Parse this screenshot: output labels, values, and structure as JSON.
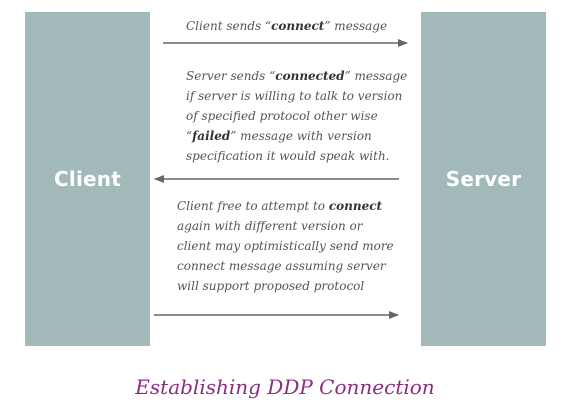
{
  "client_label": "Client",
  "server_label": "Server",
  "messages": {
    "connect": {
      "before": "Client sends “",
      "keyword": "connect",
      "after": "” message"
    },
    "response": {
      "line1_before": "Server sends “",
      "line1_keyword": "connected",
      "line1_after": "” message",
      "line2": "if server is willing to talk to version",
      "line3": "of specified protocol other wise",
      "line4_open": "“",
      "line4_keyword": "failed",
      "line4_after": "” message with version",
      "line5": "specification it would speak with."
    },
    "retry": {
      "line1_before": "Client free to attempt to ",
      "line1_keyword": "connect",
      "line2": "again with different version or",
      "line3": "client may optimistically send more",
      "line4": "connect message assuming server",
      "line5": "will support proposed protocol"
    }
  },
  "caption": "Establishing DDP Connection",
  "colors": {
    "panel": "#a2b9ba",
    "arrow": "#666666",
    "caption": "#8b2d7e"
  }
}
